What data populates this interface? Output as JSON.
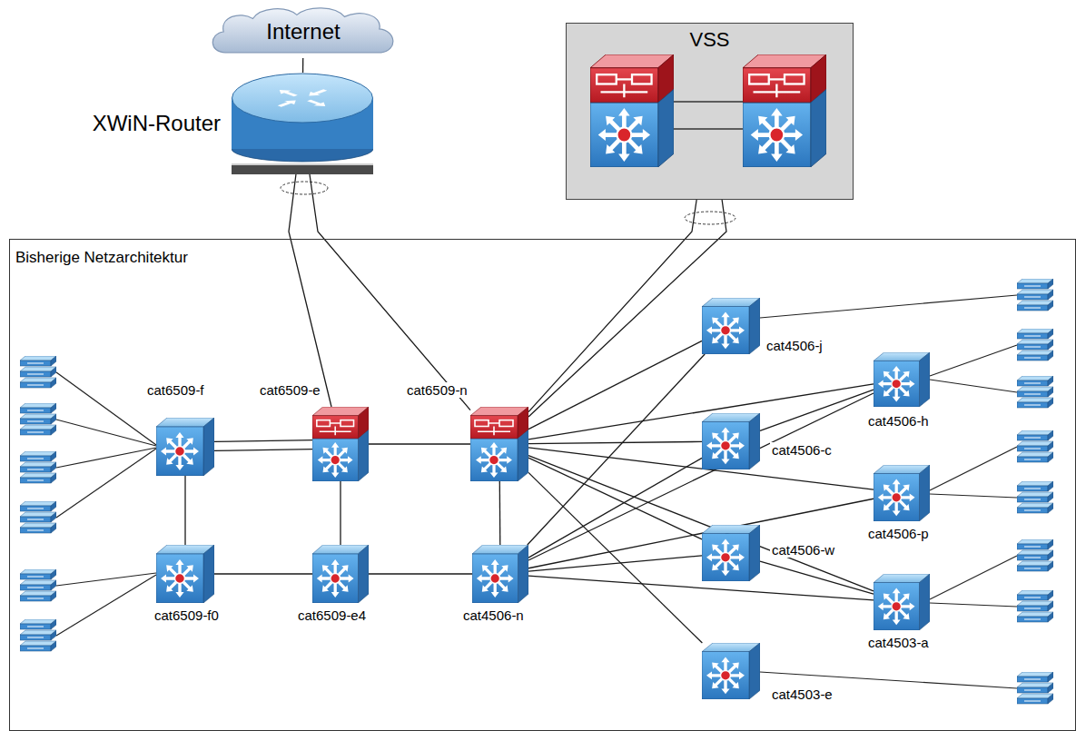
{
  "diagram": {
    "nodes": [
      {
        "text": [
          "Internet"
        ]
      },
      {
        "text": [
          "VSS"
        ]
      },
      {
        "text": [
          "XWiN-Router"
        ]
      },
      {
        "text": [
          "Bisherige Netzarchitektur"
        ]
      },
      {
        "text": [
          "cat4506-j"
        ],
        "in": 3
      },
      {
        "text": [
          "cat6509-f"
        ],
        "in": 3
      },
      {
        "text": [
          "cat6509-e"
        ],
        "in": 3
      },
      {
        "text": [
          "cat6509-n"
        ],
        "in": 3
      },
      {
        "text": [
          "cat4506-h"
        ],
        "in": 3
      },
      {
        "text": [
          "cat4506-c"
        ],
        "in": 3
      },
      {
        "text": [
          "cat4506-p"
        ],
        "in": 3
      },
      {
        "text": [
          "cat4506-w"
        ],
        "in": 3
      },
      {
        "text": [
          "cat6509-f0"
        ],
        "in": 3
      },
      {
        "text": [
          "cat6509-e4"
        ],
        "in": 3
      },
      {
        "text": [
          "cat4506-n"
        ],
        "in": 3
      },
      {
        "text": [
          "cat4503-a"
        ],
        "in": 3
      },
      {
        "text": [
          "cat4503-e"
        ],
        "in": 3
      }
    ],
    "edges": [
      {
        "from": 0,
        "to": 2,
        "arrow": "none"
      },
      {
        "from": 2,
        "to": 6,
        "arrow": "none"
      },
      {
        "from": 2,
        "to": 7,
        "arrow": "none"
      },
      {
        "from": 1,
        "to": 7,
        "arrow": "none"
      },
      {
        "from": 1,
        "to": 7,
        "arrow": "none"
      },
      {
        "from": 5,
        "to": 6,
        "arrow": "none"
      },
      {
        "from": 5,
        "to": 6,
        "arrow": "none"
      },
      {
        "from": 6,
        "to": 7,
        "arrow": "none"
      },
      {
        "from": 5,
        "to": 12,
        "arrow": "none"
      },
      {
        "from": 6,
        "to": 13,
        "arrow": "none"
      },
      {
        "from": 7,
        "to": 14,
        "arrow": "none"
      },
      {
        "from": 12,
        "to": 13,
        "arrow": "none"
      },
      {
        "from": 13,
        "to": 14,
        "arrow": "none"
      },
      {
        "from": 7,
        "to": 4,
        "arrow": "none"
      },
      {
        "from": 7,
        "to": 8,
        "arrow": "none"
      },
      {
        "from": 7,
        "to": 9,
        "arrow": "none"
      },
      {
        "from": 7,
        "to": 10,
        "arrow": "none"
      },
      {
        "from": 7,
        "to": 11,
        "arrow": "none"
      },
      {
        "from": 7,
        "to": 15,
        "arrow": "none"
      },
      {
        "from": 7,
        "to": 16,
        "arrow": "none"
      },
      {
        "from": 14,
        "to": 4,
        "arrow": "none"
      },
      {
        "from": 14,
        "to": 9,
        "arrow": "none"
      },
      {
        "from": 14,
        "to": 8,
        "arrow": "none"
      },
      {
        "from": 14,
        "to": 11,
        "arrow": "none"
      },
      {
        "from": 14,
        "to": 10,
        "arrow": "none"
      },
      {
        "from": 14,
        "to": 15,
        "arrow": "none"
      },
      {
        "from": 9,
        "to": 8,
        "arrow": "none"
      },
      {
        "from": 11,
        "to": 15,
        "arrow": "none"
      }
    ]
  }
}
